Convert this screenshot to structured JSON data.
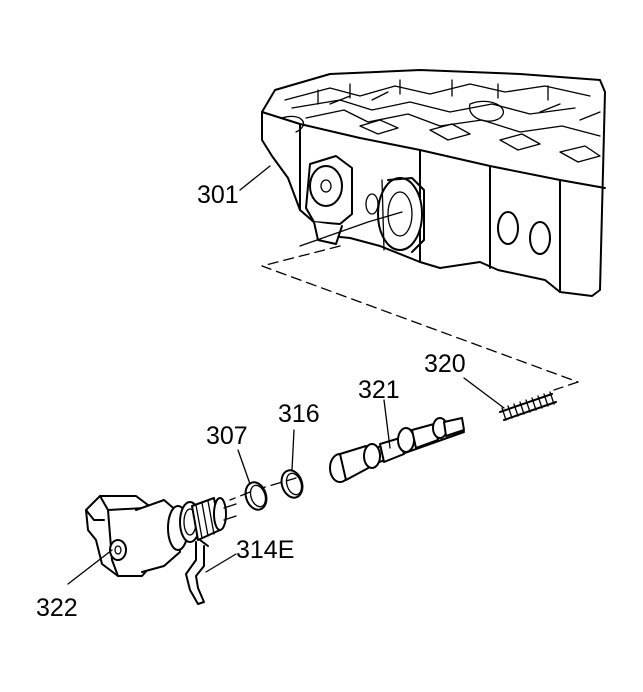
{
  "callouts": {
    "valve_body": "301",
    "seal_outer": "307",
    "seal_inner": "316",
    "spring": "320",
    "valve": "321",
    "solenoid": "322",
    "retainer_clip": "314E"
  }
}
